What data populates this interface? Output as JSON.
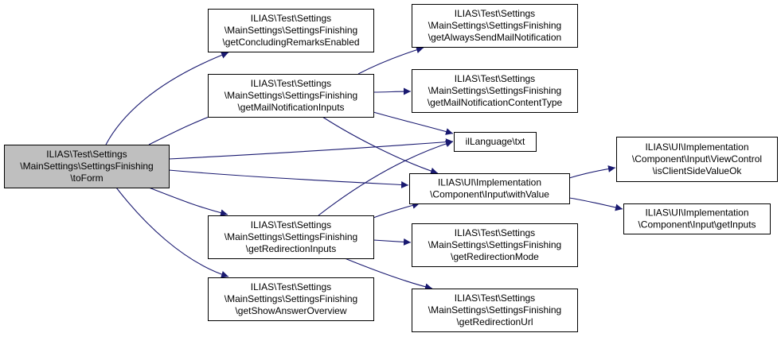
{
  "colors": {
    "node_fill": "#ffffff",
    "root_fill": "#bfbfbf",
    "node_border": "#000000",
    "edge": "#191970"
  },
  "nodes": [
    {
      "id": "toForm",
      "lines": [
        "ILIAS\\Test\\Settings",
        "\\MainSettings\\SettingsFinishing",
        "\\toForm"
      ],
      "highlight": true
    },
    {
      "id": "getConcludingRemarksEnabled",
      "lines": [
        "ILIAS\\Test\\Settings",
        "\\MainSettings\\SettingsFinishing",
        "\\getConcludingRemarksEnabled"
      ]
    },
    {
      "id": "getMailNotificationInputs",
      "lines": [
        "ILIAS\\Test\\Settings",
        "\\MainSettings\\SettingsFinishing",
        "\\getMailNotificationInputs"
      ]
    },
    {
      "id": "getRedirectionInputs",
      "lines": [
        "ILIAS\\Test\\Settings",
        "\\MainSettings\\SettingsFinishing",
        "\\getRedirectionInputs"
      ]
    },
    {
      "id": "getShowAnswerOverview",
      "lines": [
        "ILIAS\\Test\\Settings",
        "\\MainSettings\\SettingsFinishing",
        "\\getShowAnswerOverview"
      ]
    },
    {
      "id": "getAlwaysSendMailNotification",
      "lines": [
        "ILIAS\\Test\\Settings",
        "\\MainSettings\\SettingsFinishing",
        "\\getAlwaysSendMailNotification"
      ]
    },
    {
      "id": "getMailNotificationContentType",
      "lines": [
        "ILIAS\\Test\\Settings",
        "\\MainSettings\\SettingsFinishing",
        "\\getMailNotificationContentType"
      ]
    },
    {
      "id": "ilLanguageTxt",
      "lines": [
        "ilLanguage\\txt"
      ]
    },
    {
      "id": "withValue",
      "lines": [
        "ILIAS\\UI\\Implementation",
        "\\Component\\Input\\withValue"
      ]
    },
    {
      "id": "getRedirectionMode",
      "lines": [
        "ILIAS\\Test\\Settings",
        "\\MainSettings\\SettingsFinishing",
        "\\getRedirectionMode"
      ]
    },
    {
      "id": "getRedirectionUrl",
      "lines": [
        "ILIAS\\Test\\Settings",
        "\\MainSettings\\SettingsFinishing",
        "\\getRedirectionUrl"
      ]
    },
    {
      "id": "isClientSideValueOk",
      "lines": [
        "ILIAS\\UI\\Implementation",
        "\\Component\\Input\\ViewControl",
        "\\isClientSideValueOk"
      ]
    },
    {
      "id": "getInputs",
      "lines": [
        "ILIAS\\UI\\Implementation",
        "\\Component\\Input\\getInputs"
      ]
    }
  ],
  "edges": [
    {
      "from": "toForm",
      "to": "getConcludingRemarksEnabled"
    },
    {
      "from": "toForm",
      "to": "getMailNotificationInputs"
    },
    {
      "from": "toForm",
      "to": "ilLanguageTxt"
    },
    {
      "from": "toForm",
      "to": "withValue"
    },
    {
      "from": "toForm",
      "to": "getRedirectionInputs"
    },
    {
      "from": "toForm",
      "to": "getShowAnswerOverview"
    },
    {
      "from": "getMailNotificationInputs",
      "to": "getAlwaysSendMailNotification"
    },
    {
      "from": "getMailNotificationInputs",
      "to": "getMailNotificationContentType"
    },
    {
      "from": "getMailNotificationInputs",
      "to": "ilLanguageTxt"
    },
    {
      "from": "getMailNotificationInputs",
      "to": "withValue"
    },
    {
      "from": "getRedirectionInputs",
      "to": "ilLanguageTxt"
    },
    {
      "from": "getRedirectionInputs",
      "to": "withValue"
    },
    {
      "from": "getRedirectionInputs",
      "to": "getRedirectionMode"
    },
    {
      "from": "getRedirectionInputs",
      "to": "getRedirectionUrl"
    },
    {
      "from": "withValue",
      "to": "isClientSideValueOk"
    },
    {
      "from": "withValue",
      "to": "getInputs"
    }
  ]
}
